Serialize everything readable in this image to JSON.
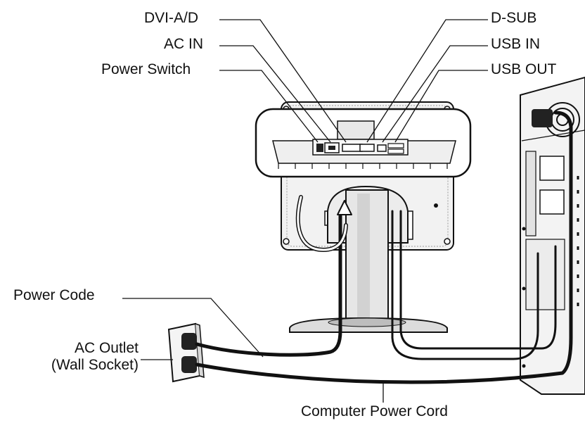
{
  "labels": {
    "dvi": "DVI-A/D",
    "ac_in": "AC IN",
    "power_switch": "Power Switch",
    "d_sub": "D-SUB",
    "usb_in": "USB IN",
    "usb_out": "USB OUT",
    "power_code": "Power Code",
    "ac_outlet_line1": "AC Outlet",
    "ac_outlet_line2": "(Wall Socket)",
    "computer_power_cord": "Computer Power Cord"
  },
  "colors": {
    "line": "#111111",
    "body_fill": "#f0f0f0",
    "shade": "#d4d4d4",
    "dark": "#222222"
  }
}
